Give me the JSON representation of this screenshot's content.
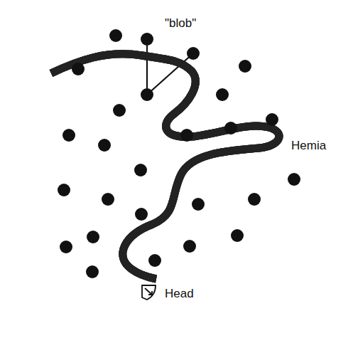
{
  "diagram": {
    "labels": [
      "\"blob\"",
      "Hemia",
      "Head"
    ]
  }
}
